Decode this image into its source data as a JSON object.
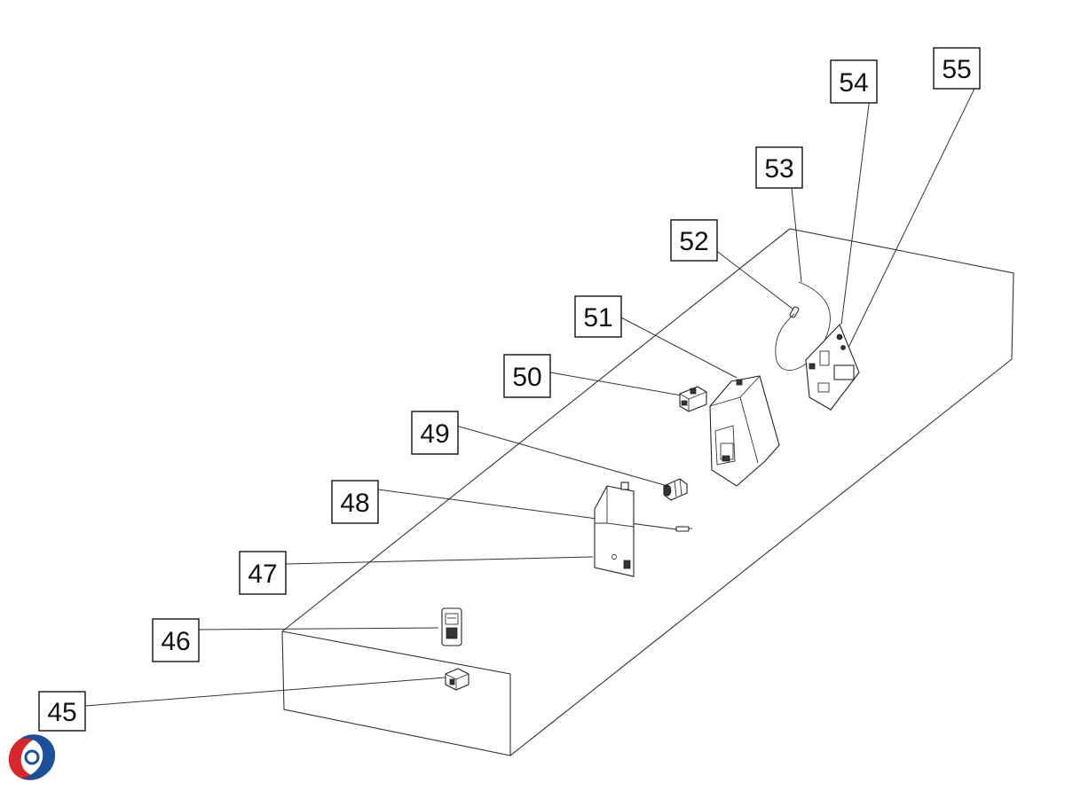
{
  "callouts": [
    "45",
    "46",
    "47",
    "48",
    "49",
    "50",
    "51",
    "52",
    "53",
    "54",
    "55"
  ],
  "colors": {
    "logo_red": "#d9262a",
    "logo_blue": "#1d4f9c",
    "line": "#333333"
  },
  "logo": {
    "icon": "swirl-logo-icon"
  }
}
